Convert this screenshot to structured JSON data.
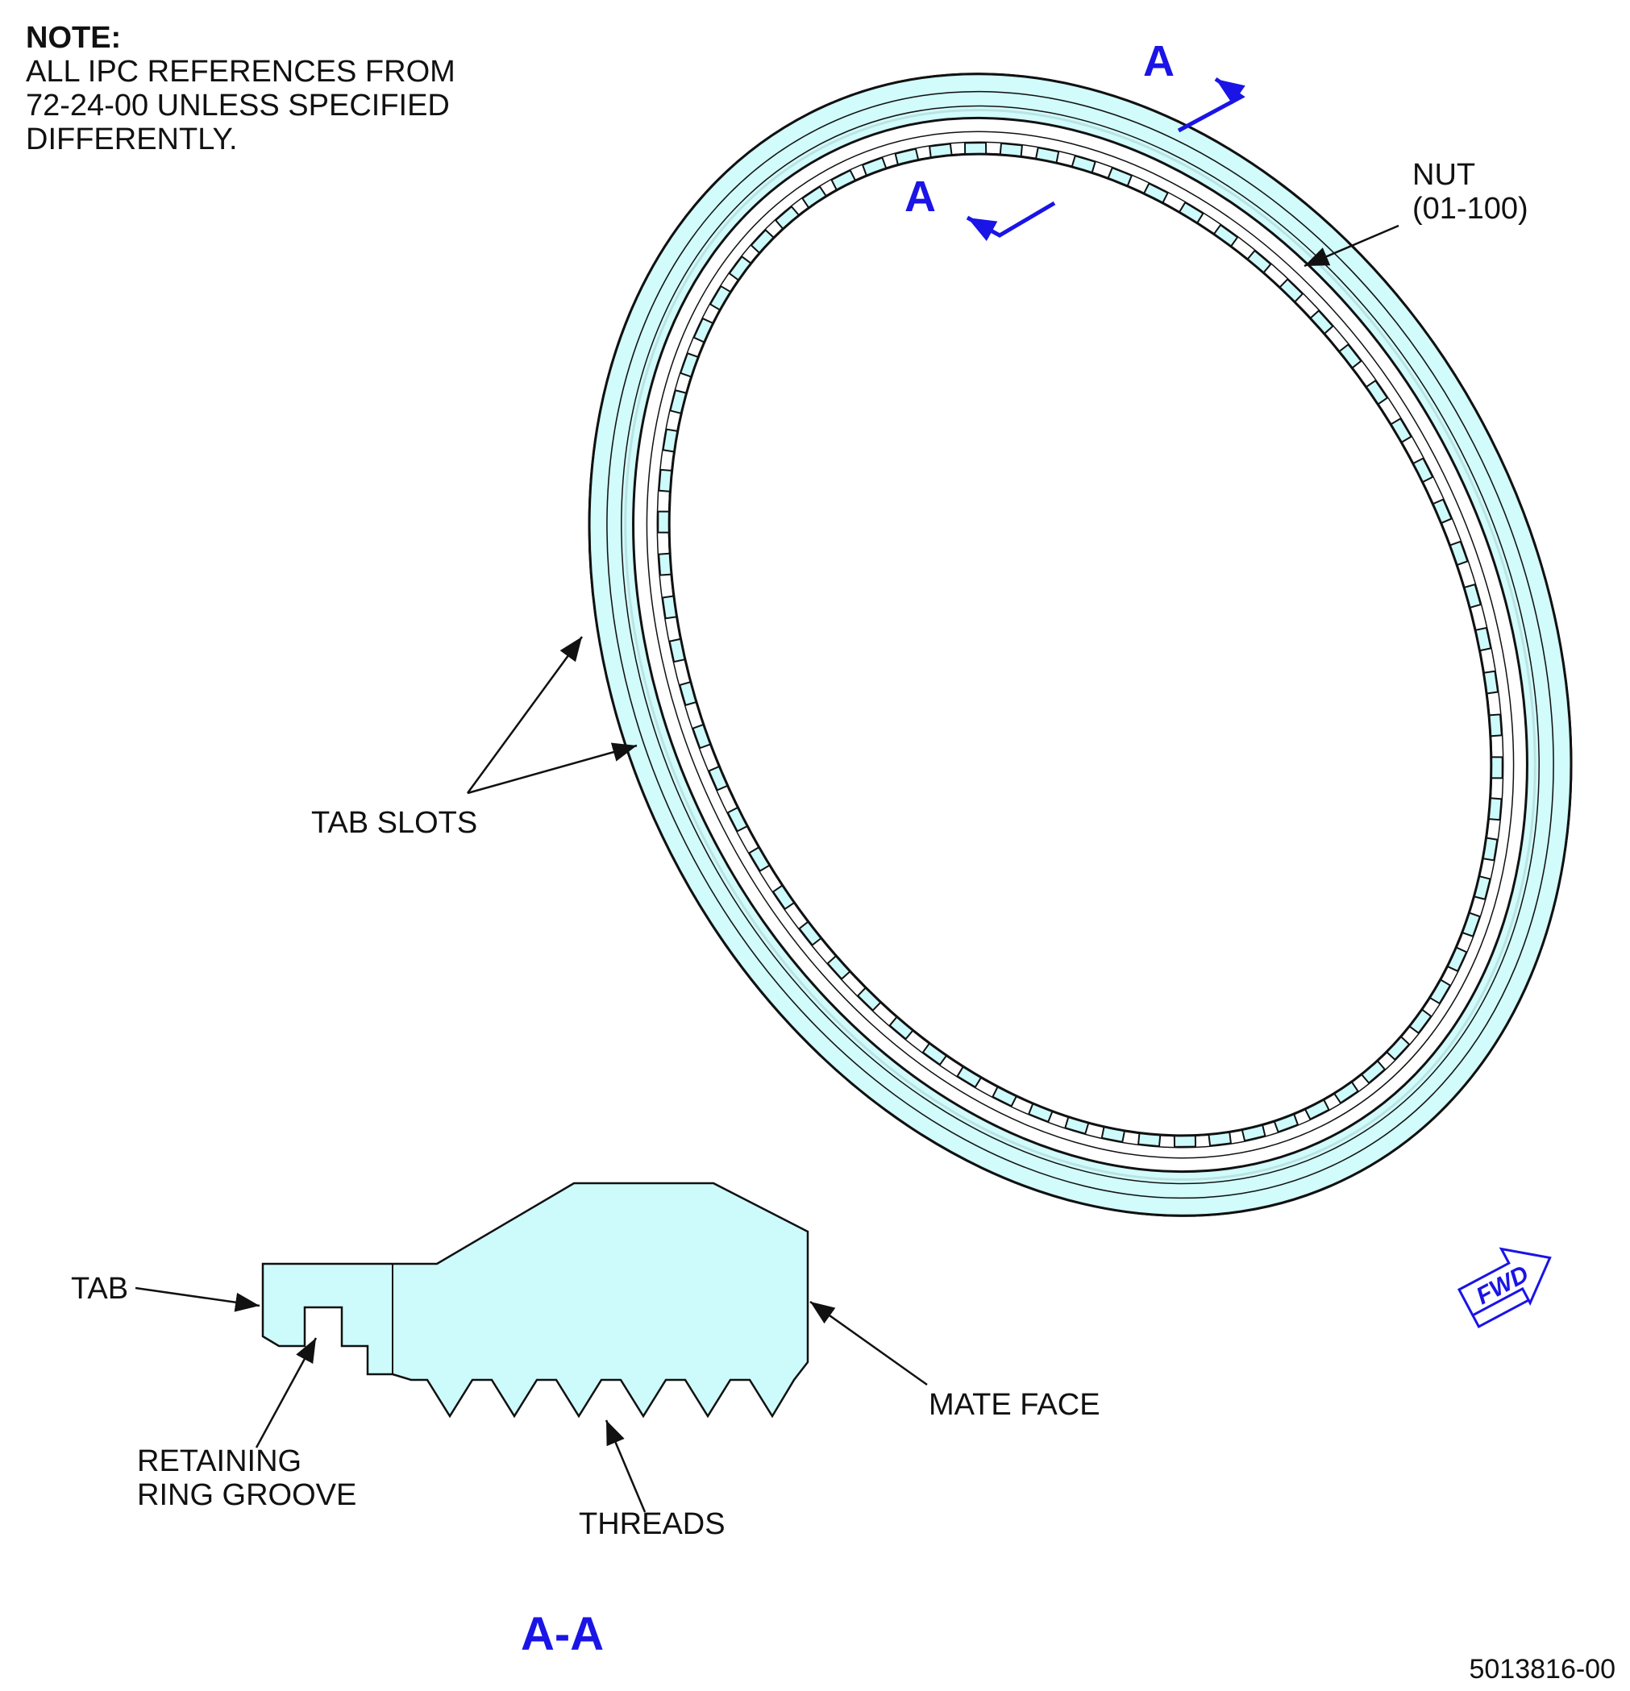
{
  "note": {
    "heading": "NOTE:",
    "lines": [
      "ALL IPC REFERENCES FROM",
      "72-24-00 UNLESS SPECIFIED",
      "DIFFERENTLY."
    ]
  },
  "labels": {
    "nut_line1": "NUT",
    "nut_line2": "(01-100)",
    "tab_slots": "TAB SLOTS",
    "tab": "TAB",
    "retaining_line1": "RETAINING",
    "retaining_line2": "RING GROOVE",
    "threads": "THREADS",
    "mate_face": "MATE FACE",
    "section_marker": "A",
    "section_title": "A-A",
    "fwd": "FWD",
    "figure_id": "5013816-00"
  },
  "colors": {
    "part_fill": "#cdfbfb",
    "line": "#111111",
    "annotation_blue": "#1a14e6"
  }
}
